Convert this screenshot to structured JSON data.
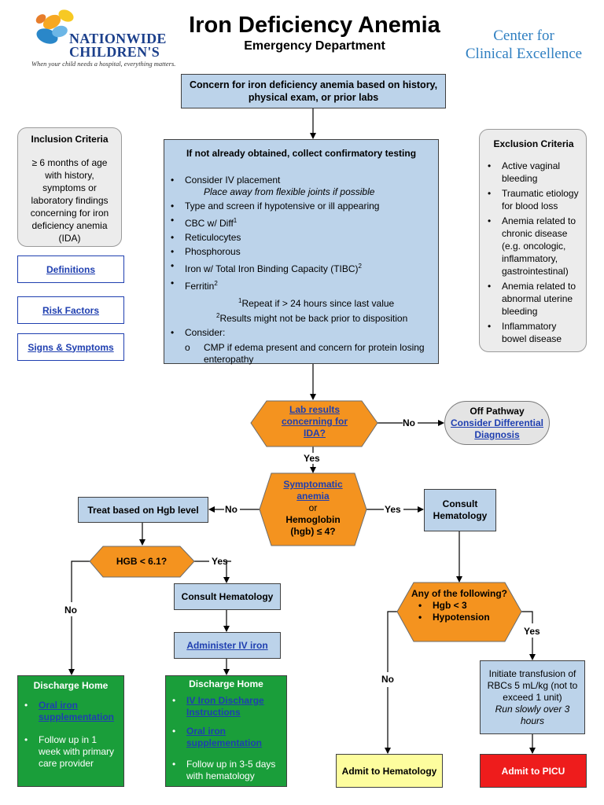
{
  "header": {
    "logo_line1": "NATIONWIDE",
    "logo_line2": "CHILDREN'S",
    "logo_tagline": "When your child needs a hospital, everything matters.",
    "title": "Iron Deficiency Anemia",
    "subtitle": "Emergency Department",
    "center_line1": "Center for",
    "center_line2": "Clinical Excellence"
  },
  "start_box": "Concern for iron deficiency anemia based on history, physical exam, or prior labs",
  "inclusion": {
    "title": "Inclusion Criteria",
    "text": "≥ 6 months of age with history, symptoms or laboratory findings concerning for iron deficiency anemia (IDA)"
  },
  "links": {
    "definitions": "Definitions",
    "risk_factors": "Risk Factors",
    "signs_symptoms": "Signs & Symptoms"
  },
  "exclusion": {
    "title": "Exclusion Criteria",
    "items": [
      "Active vaginal bleeding",
      "Traumatic etiology for blood loss",
      "Anemia related to chronic disease (e.g. oncologic, inflammatory, gastrointestinal)",
      "Anemia related to abnormal uterine bleeding",
      "Inflammatory bowel disease"
    ]
  },
  "testing": {
    "title": "If not already obtained, collect confirmatory testing",
    "iv": "Consider IV placement",
    "iv_note": "Place away from flexible joints if possible",
    "type_screen": "Type and screen if hypotensive or ill appearing",
    "cbc": "CBC w/ Diff",
    "cbc_sup": "1",
    "retic": "Reticulocytes",
    "phos": "Phosphorous",
    "iron": "Iron w/ Total Iron Binding Capacity (TIBC)",
    "iron_sup": "2",
    "ferritin": "Ferritin",
    "ferritin_sup": "2",
    "note1_sup": "1",
    "note1": "Repeat if > 24 hours since last value",
    "note2_sup": "2",
    "note2": "Results might not be back prior to disposition",
    "consider": "Consider:",
    "cmp": "CMP if edema present and concern for protein losing enteropathy",
    "sub_bullet": "o"
  },
  "decision_lab": "Lab results concerning for IDA?",
  "off_pathway": {
    "title": "Off Pathway",
    "link": "Consider Differential Diagnosis"
  },
  "decision_symptomatic": {
    "link": "Symptomatic anemia",
    "or": "or",
    "text": "Hemoglobin (hgb) ≤ 4?"
  },
  "treat_box": "Treat based on Hgb level",
  "consult_right": "Consult Hematology",
  "decision_hgb": "HGB < 6.1?",
  "consult_mid": "Consult Hematology",
  "administer_iv": "Administer IV iron",
  "decision_any": {
    "title": "Any of the following?",
    "items": [
      "Hgb < 3",
      "Hypotension"
    ]
  },
  "transfusion": {
    "text": "Initiate transfusion of RBCs 5 mL/kg (not to exceed 1 unit)",
    "italic": "Run slowly over 3 hours"
  },
  "discharge_left": {
    "title": "Discharge Home",
    "link": "Oral iron supplementation",
    "text": "Follow up in 1 week with primary care provider"
  },
  "discharge_mid": {
    "title": "Discharge Home",
    "link1": "IV Iron Discharge Instructions",
    "link2": "Oral iron supplementation",
    "text": "Follow up in 3-5 days with hematology"
  },
  "admit_heme": "Admit to Hematology",
  "admit_picu": "Admit to PICU",
  "edge_labels": {
    "no1": "No",
    "yes1": "Yes",
    "no2": "No",
    "yes2": "Yes",
    "yes3": "Yes",
    "no3": "No",
    "no4": "No",
    "yes4": "Yes"
  },
  "colors": {
    "box_blue": "#bcd3ea",
    "decision_orange": "#f4931f",
    "discharge_green": "#1a9e3a",
    "admit_yellow": "#fdfd9e",
    "admit_red": "#ee1c1c",
    "link_blue": "#1f3fb0",
    "center_blue": "#2f7fc1"
  }
}
